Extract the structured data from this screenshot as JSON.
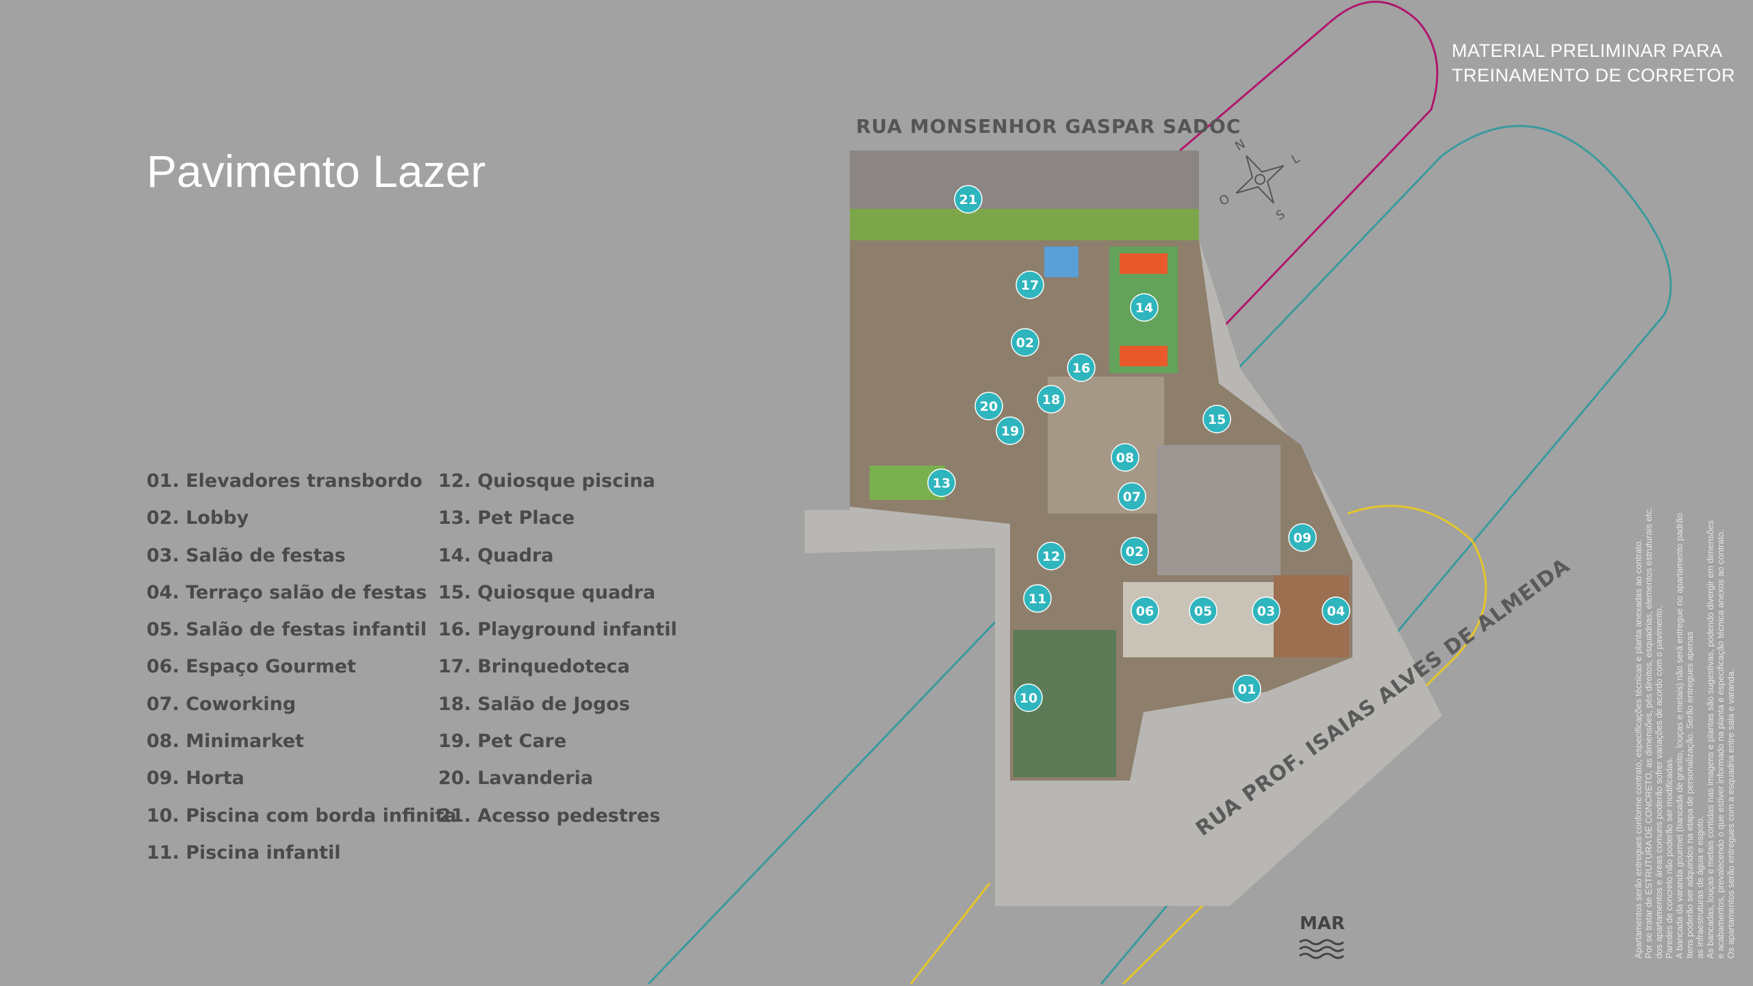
{
  "title": "Pavimento Lazer",
  "notice": [
    "MATERIAL PRELIMINAR PARA",
    "TREINAMENTO DE CORRETOR"
  ],
  "streets": {
    "top": "RUA MONSENHOR GASPAR SADOC",
    "bottom": "RUA PROF. ISAIAS ALVES DE ALMEIDA"
  },
  "sea_label": "MAR",
  "compass": {
    "n": "N",
    "s": "S",
    "l": "L",
    "o": "O"
  },
  "legend": {
    "col1": [
      "01. Elevadores transbordo",
      "02. Lobby",
      "03. Salão de festas",
      "04. Terraço salão de festas",
      "05. Salão de festas infantil",
      "06. Espaço Gourmet",
      "07. Coworking",
      "08. Minimarket",
      "09. Horta",
      "10. Piscina com borda infinita",
      "11. Piscina infantil"
    ],
    "col2": [
      "12. Quiosque piscina",
      "13. Pet Place",
      "14. Quadra",
      "15. Quiosque quadra",
      "16. Playground infantil",
      "17. Brinquedoteca",
      "18. Salão de Jogos",
      "19. Pet Care",
      "20. Lavanderia",
      "21. Acesso pedestres"
    ]
  },
  "markers": [
    "21",
    "17",
    "14",
    "02",
    "16",
    "18",
    "20",
    "19",
    "15",
    "08",
    "13",
    "07",
    "09",
    "12",
    "02",
    "11",
    "06",
    "05",
    "03",
    "04",
    "01",
    "10"
  ],
  "disclaimer": [
    "Apartamentos serão entregues conforme contrato, especificações técnicas e planta anexadas ao contrato.",
    "Por se tratar de ESTRUTURA DE CONCRETO, as dimensões, pés direitos, esquadrias, elementos estruturais etc.",
    "dos apartamentos e áreas comuns poderão sofrer variações de acordo com o pavimento.",
    "Paredes de concreto não poderão ser modificadas.",
    "A bancada da varanda gourmet (bancada de granito, louças e metais) não será entregue no apartamento padrão.",
    "Itens poderão ser adquiridos na etapa de personalização. Serão entregues apenas",
    "as infraestruturas de água e esgoto.",
    "As bancadas, louças e metais contidas nas imagens e plantas são sugestivas, podendo divergir em dimensões",
    "e acabamentos, prevalecendo o que estiver informado na planta e especificação técnica anexos ao contrato.",
    "Os apartamentos serão entregues com a esquadria entre sala e varanda."
  ],
  "colors": {
    "background": "#a2a2a2",
    "marker": "#2fb5bd",
    "magenta": "#b0166e",
    "teal": "#3a9a9e",
    "yellow": "#e5c62a"
  }
}
